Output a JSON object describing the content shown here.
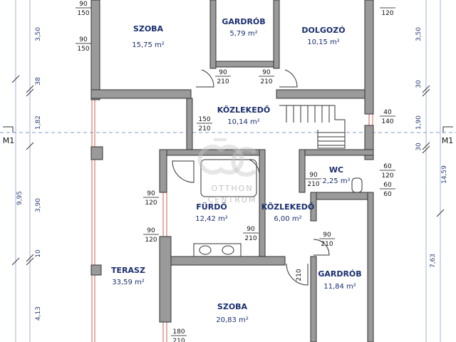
{
  "section_marker": {
    "left": "M1",
    "right": "M1"
  },
  "rooms": [
    {
      "id": "szoba-top",
      "name": "SZOBA",
      "area": "15,75 m²"
    },
    {
      "id": "gardrob-top",
      "name": "GARDRÓB",
      "area": "5,79 m²"
    },
    {
      "id": "dolgozo",
      "name": "DOLGOZÓ",
      "area": "10,15 m²"
    },
    {
      "id": "kozlekedo-1",
      "name": "KÖZLEKEDŐ",
      "area": "10,14 m²"
    },
    {
      "id": "wc",
      "name": "WC",
      "area": "2,25 m²"
    },
    {
      "id": "furdo",
      "name": "FÜRDŐ",
      "area": "12,42 m²"
    },
    {
      "id": "kozlekedo-2",
      "name": "KÖZLEKEDŐ",
      "area": "6,00 m²"
    },
    {
      "id": "terasz",
      "name": "TERASZ",
      "area": "33,59 m²"
    },
    {
      "id": "gardrob-right",
      "name": "GARDRÓB",
      "area": "11,84 m²"
    },
    {
      "id": "szoba-bottom",
      "name": "SZOBA",
      "area": "20,83 m²"
    }
  ],
  "openings": [
    {
      "top": "90",
      "bottom": "150"
    },
    {
      "top": "90",
      "bottom": "150"
    },
    {
      "top": "",
      "bottom": "120"
    },
    {
      "top": "90",
      "bottom": "210"
    },
    {
      "top": "90",
      "bottom": "210"
    },
    {
      "top": "150",
      "bottom": "210"
    },
    {
      "top": "40",
      "bottom": "140"
    },
    {
      "top": "60",
      "bottom": "120"
    },
    {
      "top": "60",
      "bottom": "60"
    },
    {
      "top": "90",
      "bottom": "210"
    },
    {
      "top": "90",
      "bottom": "120"
    },
    {
      "top": "90",
      "bottom": "120"
    },
    {
      "top": "90",
      "bottom": "210"
    },
    {
      "top": "90",
      "bottom": "210"
    },
    {
      "top": "180",
      "bottom": "210"
    }
  ],
  "rotated_label": "210",
  "left_dims": [
    "3,50",
    "38",
    "1,82",
    "9,95",
    "3,90",
    "10",
    "4,13"
  ],
  "right_dims": [
    "3,50",
    "30",
    "1,90",
    "30",
    "14,59",
    "7,63"
  ],
  "watermark": {
    "brand_line1": "OTTHON",
    "brand_line2": "CENTRUM"
  },
  "colors": {
    "room_text": "#1a2e6e",
    "wall_fill": "#9a9a9a",
    "red_line": "#c0392b",
    "axis": "#8aa0c8"
  }
}
